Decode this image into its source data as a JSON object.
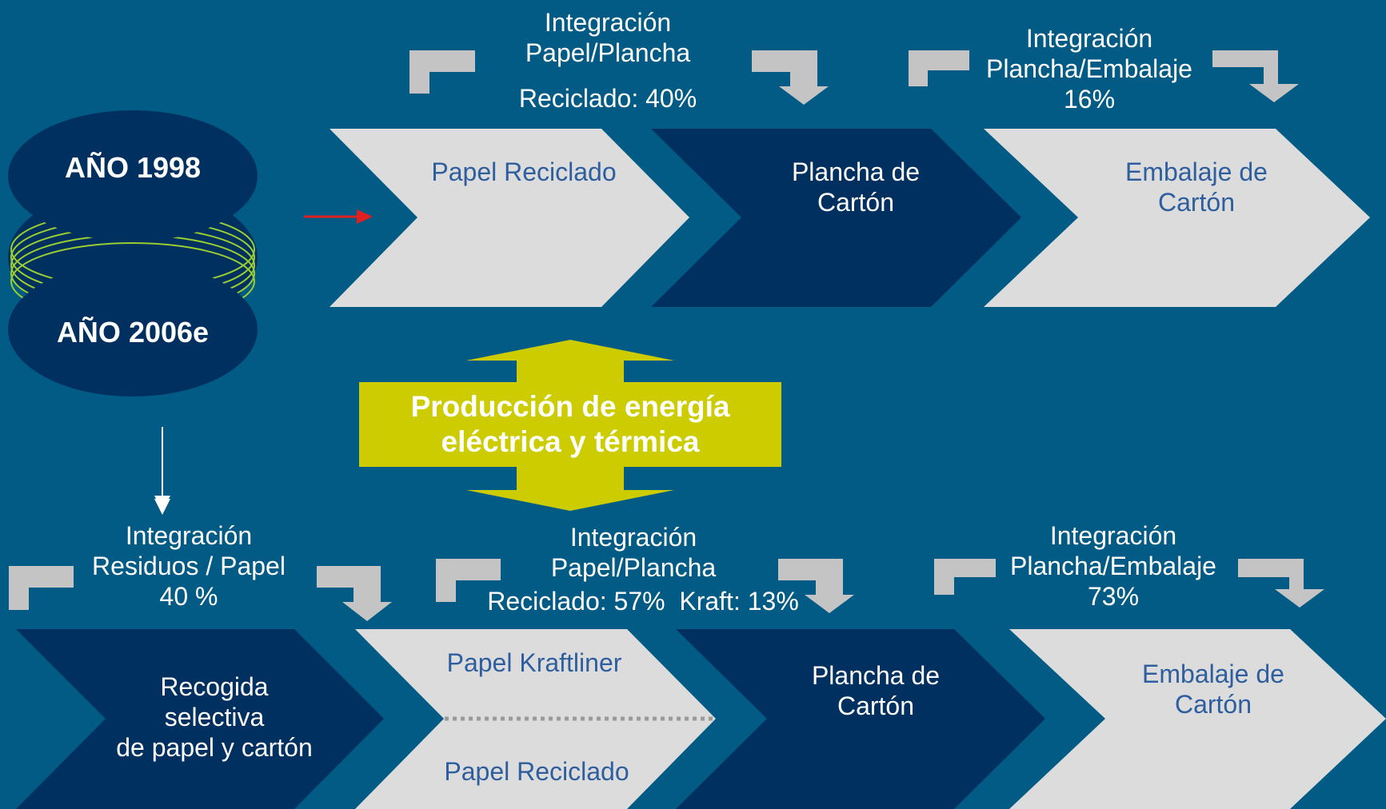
{
  "years": {
    "first": "AÑO 1998",
    "second": "AÑO 2006e"
  },
  "energy": {
    "label": "Producción de energía\neléctrica y térmica"
  },
  "row_1998": {
    "integration_1": {
      "title": "Integración\nPapel/Plancha",
      "value": "Reciclado: 40%"
    },
    "integration_2": {
      "title": "Integración\nPlancha/Embalaje\n16%"
    },
    "stages": [
      {
        "label": "Papel Reciclado"
      },
      {
        "label": "Plancha de\nCartón"
      },
      {
        "label": "Embalaje de\nCartón"
      }
    ]
  },
  "row_2006": {
    "integration_1": {
      "title": "Integración\nResiduos / Papel\n40 %"
    },
    "integration_2": {
      "title": "Integración\nPapel/Plancha",
      "value": "Reciclado: 57%  Kraft: 13%"
    },
    "integration_3": {
      "title": "Integración\nPlancha/Embalaje\n73%"
    },
    "stages": [
      {
        "label": "Recogida\nselectiva\nde papel y cartón"
      },
      {
        "label_top": "Papel Kraftliner",
        "label_bottom": "Papel Reciclado"
      },
      {
        "label": "Plancha de\nCartón"
      },
      {
        "label": "Embalaje de\nCartón"
      }
    ]
  },
  "colors": {
    "background": "#015b85",
    "dark_chevron": "#00305f",
    "light_chevron": "#dcdcdc",
    "light_text": "#2e5e9e",
    "energy_arrow": "#cccc00",
    "bracket_grey": "#c4c4c4",
    "small_arrow_red": "#e02020",
    "spring_green": "#9acd32"
  }
}
